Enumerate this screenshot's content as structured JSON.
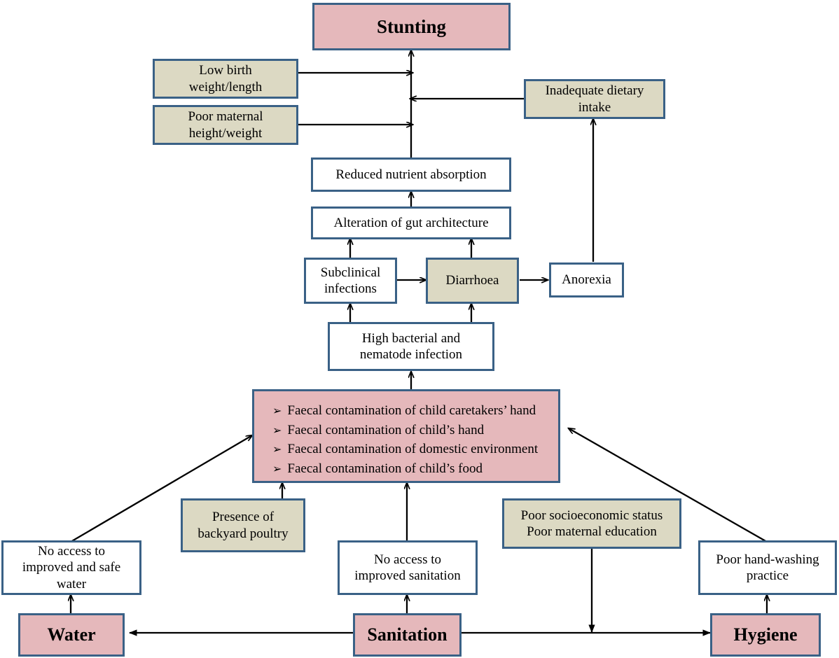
{
  "diagram": {
    "title_node": "Stunting",
    "colors": {
      "border": "#3a6186",
      "pink": "#e5b8bb",
      "tan": "#dcd9c3",
      "white": "#ffffff",
      "arrow": "#000000"
    },
    "nodes": {
      "stunting": "Stunting",
      "low_birth_weight": {
        "line1": "Low birth",
        "line2": "weight/length"
      },
      "poor_maternal_height": {
        "line1": "Poor maternal",
        "line2": "height/weight"
      },
      "inadequate_dietary": {
        "line1": "Inadequate dietary",
        "line2": "intake"
      },
      "reduced_nutrient": "Reduced nutrient absorption",
      "alteration_gut": "Alteration of gut architecture",
      "subclinical": {
        "line1": "Subclinical",
        "line2": "infections"
      },
      "diarrhoea": "Diarrhoea",
      "anorexia": "Anorexia",
      "high_bacterial": {
        "line1": "High bacterial and",
        "line2": "nematode infection"
      },
      "faecal_box": {
        "bullet": "➢",
        "items": [
          "Faecal contamination of child caretakers’ hand",
          "Faecal contamination of child’s hand",
          "Faecal contamination of domestic environment",
          "Faecal contamination of child’s food"
        ]
      },
      "backyard_poultry": {
        "line1": "Presence of",
        "line2": "backyard poultry"
      },
      "socioeconomic": {
        "line1": "Poor socioeconomic status",
        "line2": "Poor maternal education"
      },
      "no_safe_water": {
        "line1": "No access to",
        "line2": "improved and safe",
        "line3": "water"
      },
      "no_sanitation": {
        "line1": "No access to",
        "line2": "improved sanitation"
      },
      "poor_handwashing": {
        "line1": "Poor hand-washing",
        "line2": "practice"
      },
      "water": "Water",
      "sanitation": "Sanitation",
      "hygiene": "Hygiene"
    }
  }
}
